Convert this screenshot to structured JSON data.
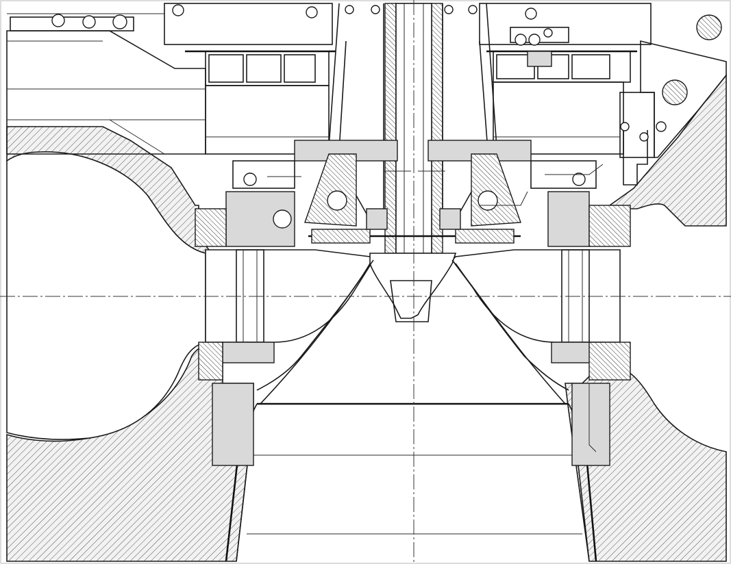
{
  "drawing": {
    "kind": "turbine-cross-section",
    "colors": {
      "line": "#1a1a1a",
      "paper": "#ffffff",
      "hatch": "#555555",
      "fill": "#d9d9d9"
    },
    "hatch_pattern": "diagonal-hatch-concrete",
    "centerlines": [
      "vertical-shaft-axis",
      "horizontal-runner-axis"
    ]
  }
}
